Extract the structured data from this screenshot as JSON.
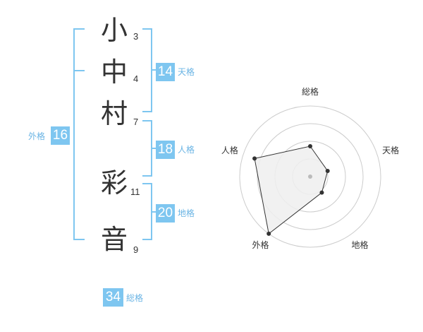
{
  "accent": "#7ec6f0",
  "accent_text": "#6ab4e4",
  "name": {
    "characters": [
      {
        "char": "小",
        "strokes": "3"
      },
      {
        "char": "中",
        "strokes": "4"
      },
      {
        "char": "村",
        "strokes": "7"
      },
      {
        "char": "彩",
        "strokes": "11"
      },
      {
        "char": "音",
        "strokes": "9"
      }
    ]
  },
  "kakusu": {
    "tenkaku": {
      "value": "14",
      "label": "天格"
    },
    "jinkaku": {
      "value": "18",
      "label": "人格"
    },
    "chikaku": {
      "value": "20",
      "label": "地格"
    },
    "gaikaku": {
      "value": "16",
      "label": "外格"
    },
    "soukaku": {
      "value": "34",
      "label": "総格"
    }
  },
  "chart_data": {
    "type": "radar",
    "axes": [
      "総格",
      "天格",
      "地格",
      "外格",
      "人格"
    ],
    "values": [
      0.43,
      0.26,
      0.28,
      1.0,
      0.83
    ],
    "range": [
      0,
      1
    ],
    "rings": 4,
    "fill_color": "#efefef",
    "line_color": "#333333",
    "ring_color": "#cccccc"
  }
}
